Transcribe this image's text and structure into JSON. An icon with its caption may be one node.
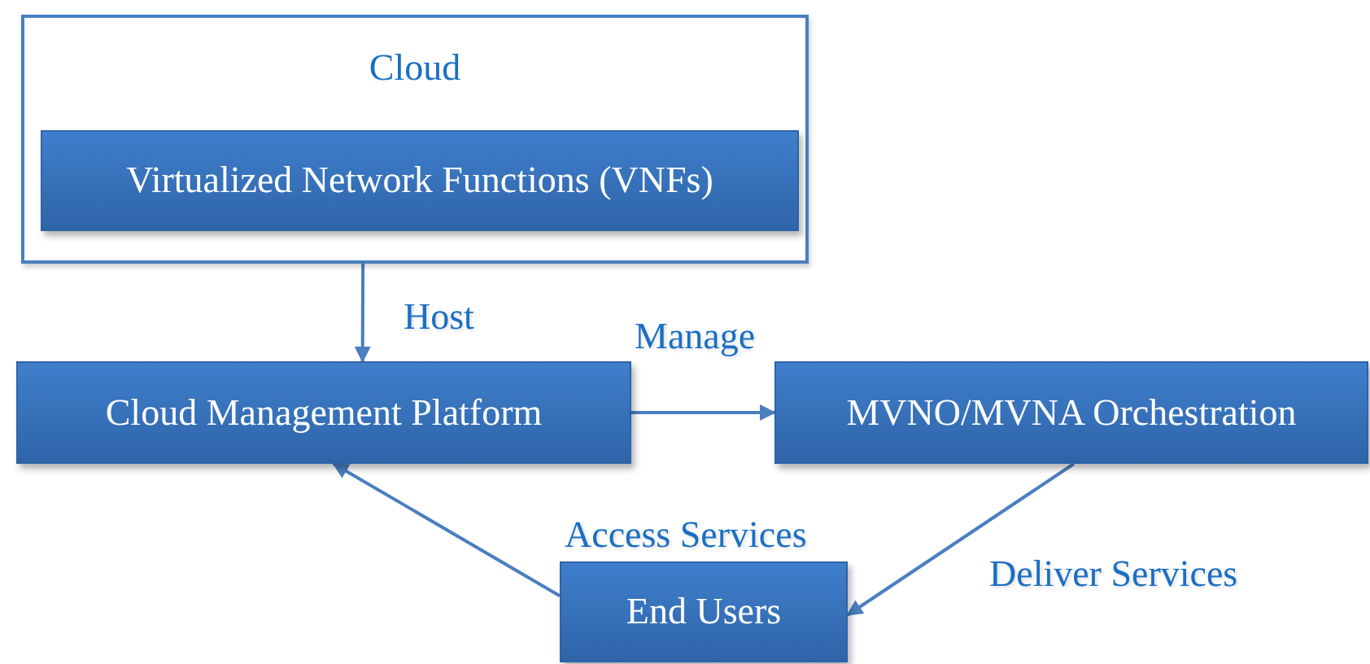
{
  "diagram": {
    "nodes": [
      {
        "text": [
          "Cloud"
        ]
      },
      {
        "text": [
          "Virtualized Network Functions (VNFs)"
        ],
        "in": 0
      },
      {
        "text": [
          "Cloud Management Platform"
        ]
      },
      {
        "text": [
          "MVNO/MVNA Orchestration"
        ]
      },
      {
        "text": [
          "End Users"
        ]
      }
    ],
    "edges": [
      {
        "from": 0,
        "to": 2,
        "arrow": "to",
        "label": "Host"
      },
      {
        "from": 2,
        "to": 3,
        "arrow": "to",
        "label": "Manage"
      },
      {
        "from": 3,
        "to": 4,
        "arrow": "to",
        "label": "Deliver Services"
      },
      {
        "from": 4,
        "to": 2,
        "arrow": "to",
        "label": "Access Services"
      }
    ]
  }
}
